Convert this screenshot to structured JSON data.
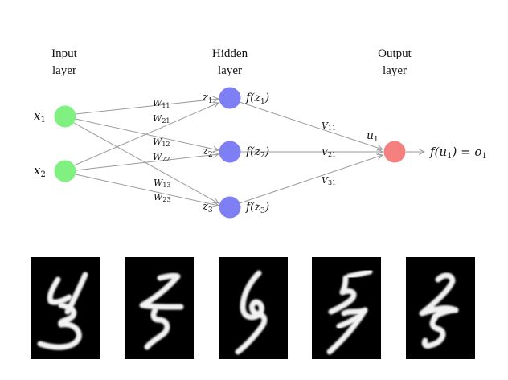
{
  "diagram": {
    "layers": [
      {
        "title_line1": "Input",
        "title_line2": "layer"
      },
      {
        "title_line1": "Hidden",
        "title_line2": "layer"
      },
      {
        "title_line1": "Output",
        "title_line2": "layer"
      }
    ],
    "input_nodes": [
      {
        "id": "x1",
        "label": "x",
        "sub": "1"
      },
      {
        "id": "x2",
        "label": "x",
        "sub": "2"
      }
    ],
    "hidden_nodes": [
      {
        "id": "z1",
        "in_label": "z",
        "in_sub": "1",
        "out_label": "f(z",
        "out_sub": "1",
        "out_close": ")"
      },
      {
        "id": "z2",
        "in_label": "z",
        "in_sub": "2",
        "out_label": "f(z",
        "out_sub": "2",
        "out_close": ")"
      },
      {
        "id": "z3",
        "in_label": "z",
        "in_sub": "3",
        "out_label": "f(z",
        "out_sub": "3",
        "out_close": ")"
      }
    ],
    "output_node": {
      "in_label": "u",
      "in_sub": "1",
      "out_text_a": "f(u",
      "out_sub_a": "1",
      "out_text_b": ") = o",
      "out_sub_b": "1"
    },
    "input_weights": [
      {
        "label": "W",
        "sub": "11"
      },
      {
        "label": "W",
        "sub": "21"
      },
      {
        "label": "W",
        "sub": "12"
      },
      {
        "label": "W",
        "sub": "22"
      },
      {
        "label": "W",
        "sub": "13"
      },
      {
        "label": "W",
        "sub": "23"
      }
    ],
    "output_weights": [
      {
        "label": "V",
        "sub": "11"
      },
      {
        "label": "V",
        "sub": "21"
      },
      {
        "label": "V",
        "sub": "31"
      }
    ],
    "colors": {
      "input": "#80f080",
      "hidden": "#7f7ff5",
      "output": "#f58080",
      "edge": "#9a9a9a"
    }
  },
  "digit_images": [
    {
      "name": "digit-sample-1",
      "description": "handwritten glyph resembling 4/3 overlap"
    },
    {
      "name": "digit-sample-2",
      "description": "handwritten glyph resembling 2/3 overlap"
    },
    {
      "name": "digit-sample-3",
      "description": "handwritten glyph resembling 6/9"
    },
    {
      "name": "digit-sample-4",
      "description": "handwritten glyph resembling 5/7 overlap"
    },
    {
      "name": "digit-sample-5",
      "description": "handwritten glyph resembling 2/5 overlap"
    }
  ]
}
